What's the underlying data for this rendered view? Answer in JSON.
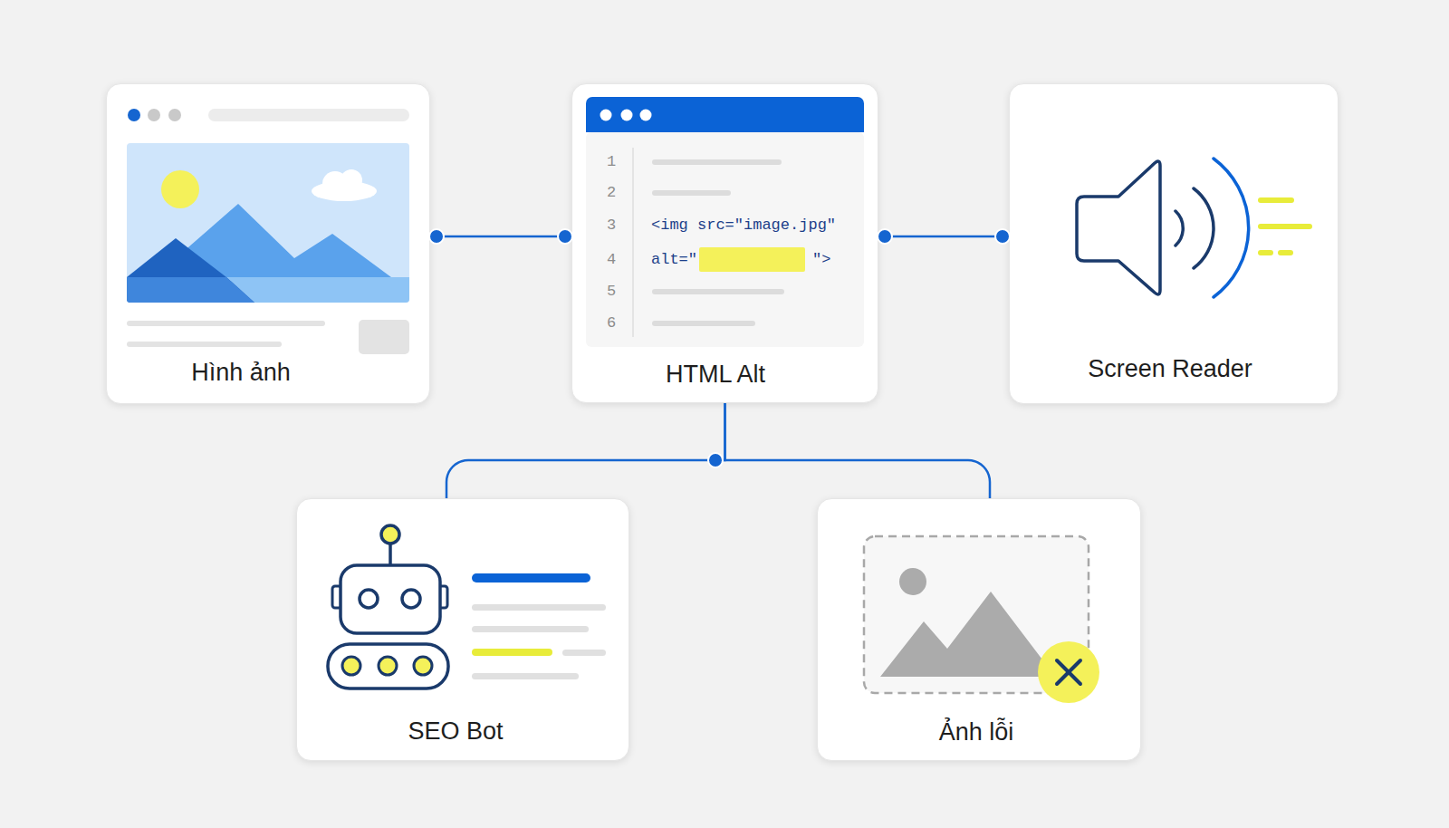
{
  "diagram": {
    "nodes": [
      {
        "text": [
          "Hình ảnh"
        ]
      },
      {
        "text": [
          "HTML Alt"
        ]
      },
      {
        "text": [
          "Screen Reader"
        ]
      },
      {
        "text": [
          "SEO Bot"
        ]
      },
      {
        "text": [
          "Ảnh lỗi"
        ]
      }
    ],
    "edges": [
      {
        "from": 0,
        "to": 1,
        "arrow": "none"
      },
      {
        "from": 1,
        "to": 2,
        "arrow": "none"
      },
      {
        "from": 1,
        "to": 3,
        "arrow": "none"
      },
      {
        "from": 1,
        "to": 4,
        "arrow": "none"
      }
    ],
    "labels": [
      "1",
      "2",
      "3",
      "<img src=\"image.jpg\"",
      "4",
      "alt=\"",
      "\">",
      "5",
      "6"
    ]
  }
}
